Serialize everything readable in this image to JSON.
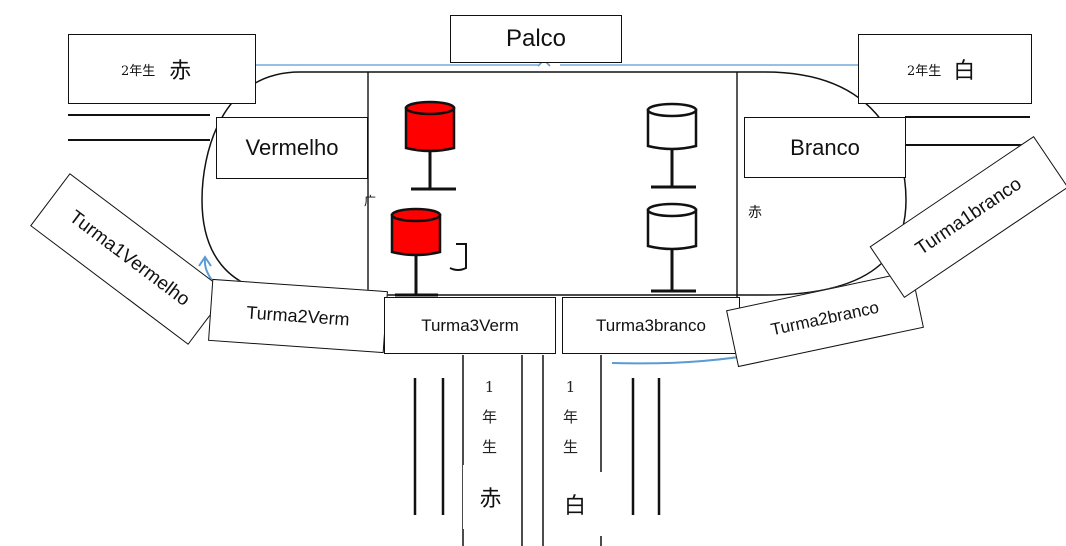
{
  "title": "Palco",
  "red_team_label": "Vermelho",
  "white_team_label": "Branco",
  "grade2_left": {
    "grade": "2年生",
    "color": "赤"
  },
  "grade2_right": {
    "grade": "2年生",
    "color": "白"
  },
  "turma1_red": "Turma1Vermelho",
  "turma2_red": "Turma2Verm",
  "turma3_red": "Turma3Verm",
  "turma3_white": "Turma3branco",
  "turma2_white": "Turma2branco",
  "turma1_white": "Turma1branco",
  "grade1_left": {
    "chars": [
      "1",
      "年",
      "生"
    ],
    "color": "赤"
  },
  "grade1_right": {
    "chars": [
      "1",
      "年",
      "生"
    ],
    "color": "白"
  },
  "inner_mark_right": "赤",
  "inner_mark_left": "广",
  "colors": {
    "red": "#ff0000",
    "arrow": "#5b9bd5",
    "line": "#111111"
  }
}
